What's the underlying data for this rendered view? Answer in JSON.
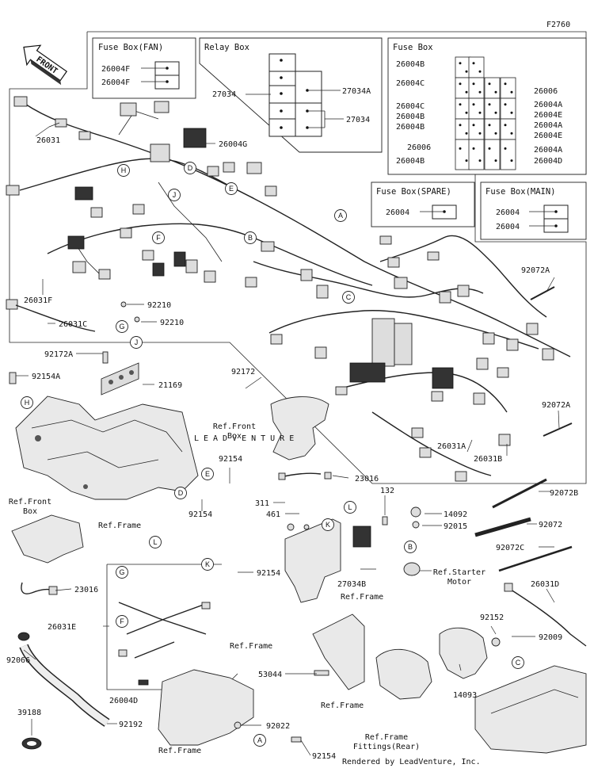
{
  "figure_code": "F2760",
  "front_label": "FRONT",
  "watermark": "LEADVENTURE",
  "footer": "Rendered by LeadVenture, Inc.",
  "boxes": {
    "fuse_fan": {
      "title": "Fuse Box(FAN)",
      "parts": [
        "26004F",
        "26004F"
      ]
    },
    "relay": {
      "title": "Relay Box",
      "parts": [
        "27034",
        "27034A",
        "27034"
      ]
    },
    "fuse_main_grid": {
      "title": "Fuse Box",
      "left_parts": [
        "26004B",
        "26004C",
        "26004C",
        "26004B",
        "26004B",
        "26006",
        "26004B"
      ],
      "right_parts": [
        "26006",
        "26004A",
        "26004E",
        "26004A",
        "26004E",
        "26004A",
        "26004D"
      ]
    },
    "fuse_spare": {
      "title": "Fuse Box(SPARE)",
      "parts": [
        "26004"
      ]
    },
    "fuse_mainbox": {
      "title": "Fuse Box(MAIN)",
      "parts": [
        "26004",
        "26004"
      ]
    }
  },
  "callouts": [
    "A",
    "B",
    "C",
    "D",
    "E",
    "F",
    "G",
    "H",
    "J",
    "K",
    "L"
  ],
  "part_labels": {
    "p26031": "26031",
    "p26004G": "26004G",
    "p26031F": "26031F",
    "p26031C": "26031C",
    "p92210a": "92210",
    "p92210b": "92210",
    "p92172A": "92172A",
    "p92154A": "92154A",
    "p21169": "21169",
    "p92172": "92172",
    "p92072A_top": "92072A",
    "p92072A_mid": "92072A",
    "p26031A": "26031A",
    "p26031B": "26031B",
    "p92154_a": "92154",
    "p92154_b": "92154",
    "p92154_c": "92154",
    "p92154_d": "92154",
    "p23016_a": "23016",
    "p23016_b": "23016",
    "p92072B": "92072B",
    "p92072": "92072",
    "p92072C": "92072C",
    "p311": "311",
    "p461": "461",
    "p132": "132",
    "p14092": "14092",
    "p92015": "92015",
    "p27034B": "27034B",
    "p26031D": "26031D",
    "p26031E": "26031E",
    "p26004D": "26004D",
    "p92152": "92152",
    "p92009": "92009",
    "p53044": "53044",
    "p14093": "14093",
    "p92066": "92066",
    "p39188": "39188",
    "p92192": "92192",
    "p92022": "92022"
  },
  "ref_labels": {
    "ref_front_box_a": "Ref.Front\nBox",
    "ref_front_box_b": "Ref.Front\nBox",
    "ref_frame_a": "Ref.Frame",
    "ref_frame_b": "Ref.Frame",
    "ref_frame_c": "Ref.Frame",
    "ref_frame_d": "Ref.Frame",
    "ref_frame_e": "Ref.Frame",
    "ref_starter": "Ref.Starter\nMotor",
    "ref_fittings": "Ref.Frame\nFittings(Rear)"
  }
}
